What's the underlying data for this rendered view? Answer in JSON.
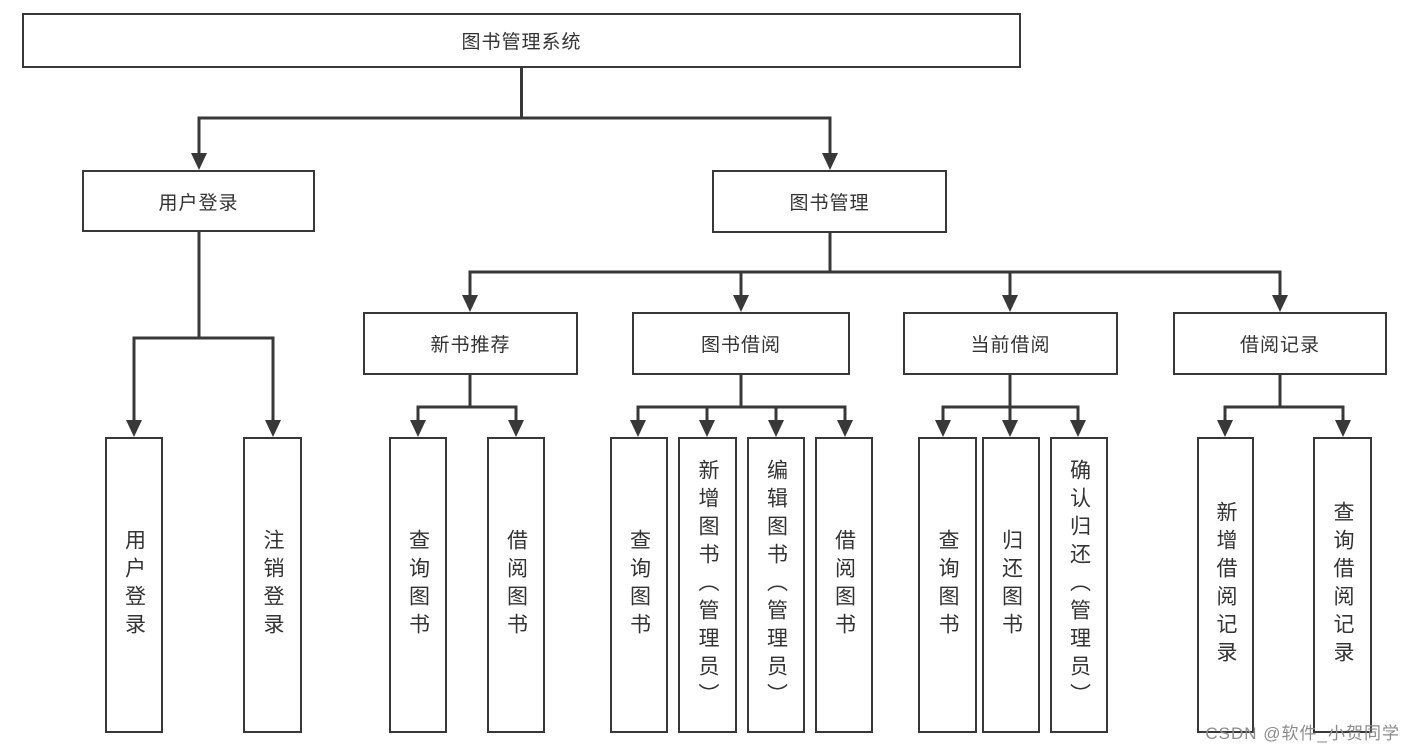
{
  "diagram": {
    "root": "图书管理系统",
    "level1": [
      "用户登录",
      "图书管理"
    ],
    "level2": [
      "新书推荐",
      "图书借阅",
      "当前借阅",
      "借阅记录"
    ],
    "leaves_user_login": [
      "用户登录",
      "注销登录"
    ],
    "leaves_new_book": [
      "查询图书",
      "借阅图书"
    ],
    "leaves_book_borrow": [
      "查询图书",
      "新增图书（管理员）",
      "编辑图书（管理员）",
      "借阅图书"
    ],
    "leaves_current_borrow": [
      "查询图书",
      "归还图书",
      "确认归还（管理员）"
    ],
    "leaves_borrow_record": [
      "新增借阅记录",
      "查询借阅记录"
    ],
    "watermark": "CSDN @软件_小贺同学",
    "colors": {
      "line": "#383838",
      "box_border": "#383838",
      "text": "#333333",
      "watermark": "#8c8c8c",
      "background": "#ffffff"
    }
  }
}
